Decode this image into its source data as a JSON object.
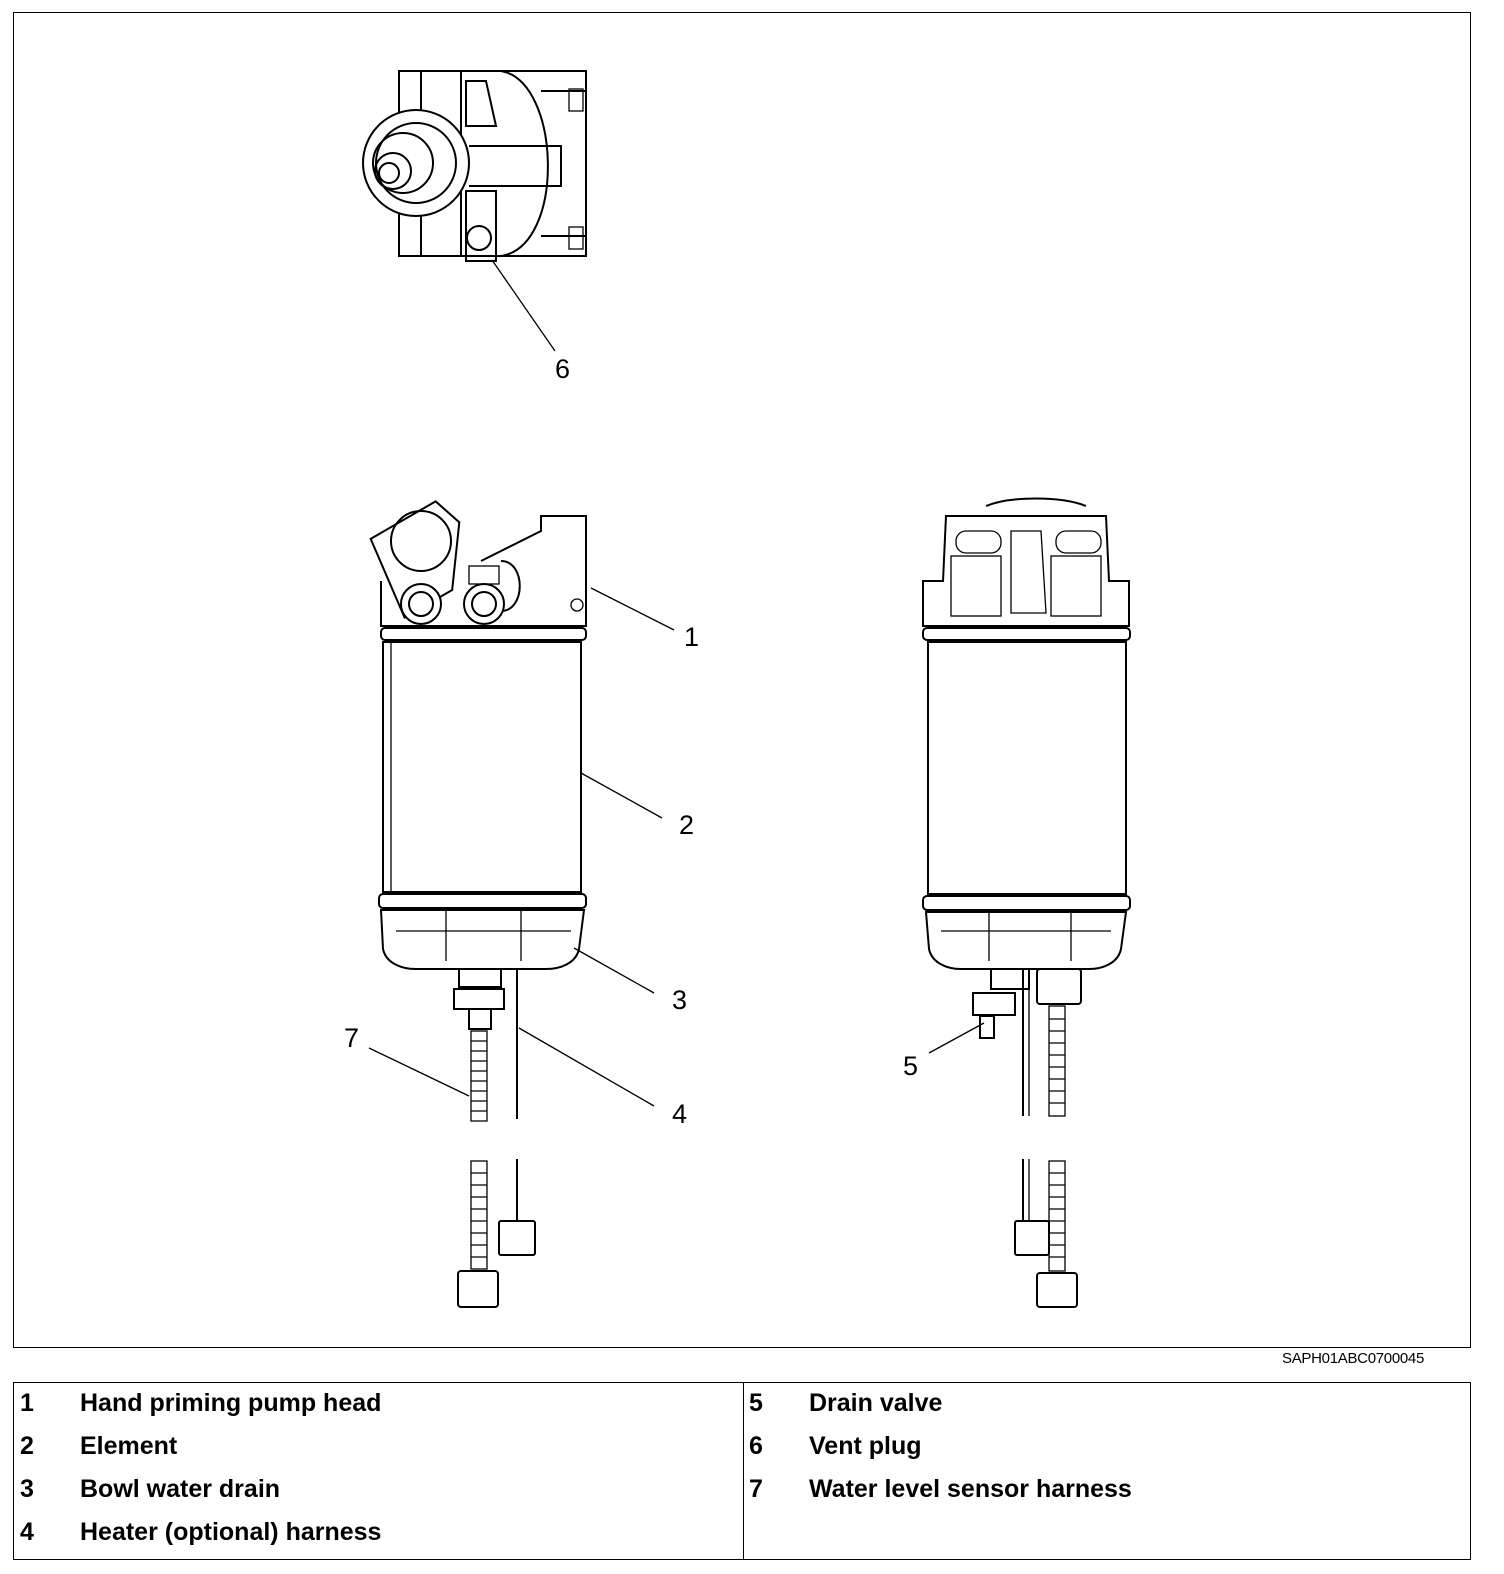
{
  "callouts": {
    "c1": "1",
    "c2": "2",
    "c3": "3",
    "c4": "4",
    "c5": "5",
    "c6": "6",
    "c7": "7"
  },
  "figure_code": "SAPH01ABC0700045",
  "legend": {
    "left": [
      {
        "num": "1",
        "text": "Hand priming pump head"
      },
      {
        "num": "2",
        "text": "Element"
      },
      {
        "num": "3",
        "text": "Bowl water drain"
      },
      {
        "num": "4",
        "text": "Heater (optional) harness"
      }
    ],
    "right": [
      {
        "num": "5",
        "text": "Drain valve"
      },
      {
        "num": "6",
        "text": "Vent plug"
      },
      {
        "num": "7",
        "text": "Water level sensor harness"
      }
    ]
  }
}
